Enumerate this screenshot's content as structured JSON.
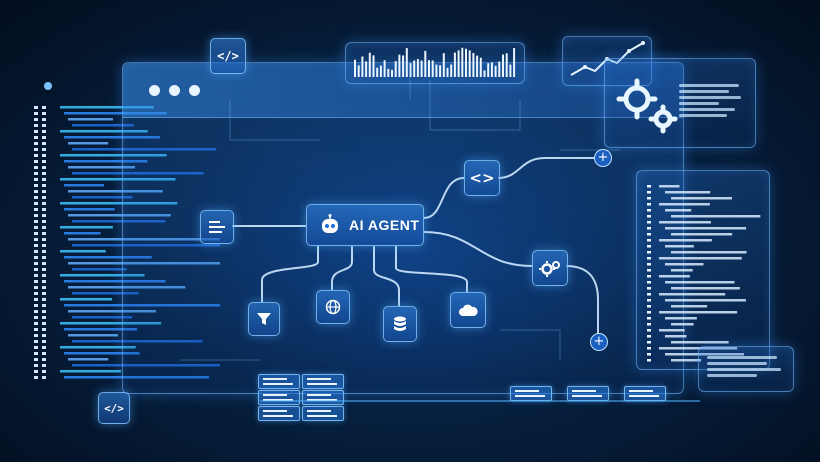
{
  "agent": {
    "label": "AI AGENT"
  },
  "icons": {
    "code_top": "code-icon",
    "code_bottom": "code-icon",
    "menu": "menu-lines-icon",
    "code_node": "code-chevrons-icon",
    "gear_node": "gears-icon",
    "filter": "filter-icon",
    "globe": "globe-icon",
    "database": "database-icon",
    "cloud": "cloud-icon",
    "robot": "robot-icon",
    "plus": "plus-icon"
  },
  "window_controls": [
    "dot",
    "dot",
    "dot"
  ],
  "colors": {
    "accent": "#4fb3ff",
    "text_cyan": "#45d4ff",
    "panel_blue": "#1f6fd6",
    "background": "#041226"
  }
}
